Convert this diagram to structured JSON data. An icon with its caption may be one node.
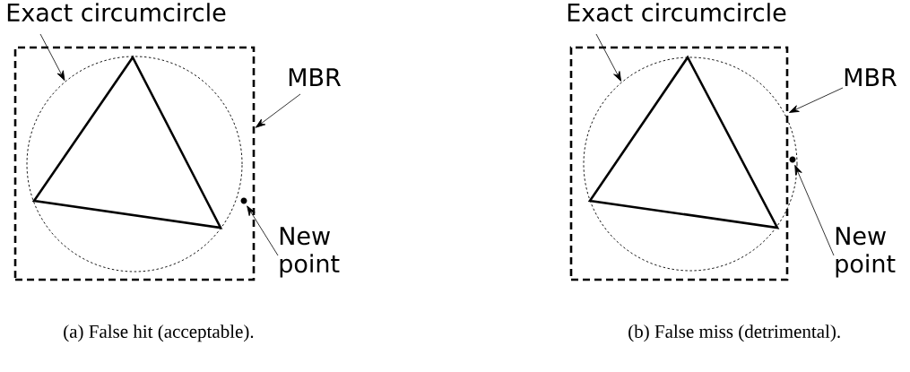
{
  "diagram": {
    "nodes": [
      {
        "text": [
          "Exact circumcircle"
        ]
      },
      {
        "text": [
          "MBR"
        ]
      },
      {
        "text": [
          "New point"
        ]
      },
      {
        "text": [],
        "shape": "box"
      },
      {
        "text": [],
        "shape": "circle",
        "in": 3
      },
      {
        "text": [],
        "shape": "circle",
        "in": 3
      },
      {
        "text": [
          "Exact circumcircle"
        ]
      },
      {
        "text": [
          "MBR"
        ]
      },
      {
        "text": [
          "New point"
        ]
      },
      {
        "text": [],
        "shape": "box"
      },
      {
        "text": [],
        "shape": "circle"
      },
      {
        "text": [],
        "shape": "circle",
        "in": 10
      }
    ],
    "edges": [
      {
        "from": 0,
        "to": 4,
        "arrow": "to"
      },
      {
        "from": 1,
        "to": 3,
        "arrow": "to"
      },
      {
        "from": 2,
        "to": 5,
        "arrow": "to"
      },
      {
        "from": 6,
        "to": 10,
        "arrow": "to"
      },
      {
        "from": 7,
        "to": 9,
        "arrow": "to"
      },
      {
        "from": 8,
        "to": 11,
        "arrow": "to"
      }
    ],
    "labels": [
      "(a) False hit (acceptable).",
      "(b) False miss (detrimental)."
    ]
  }
}
